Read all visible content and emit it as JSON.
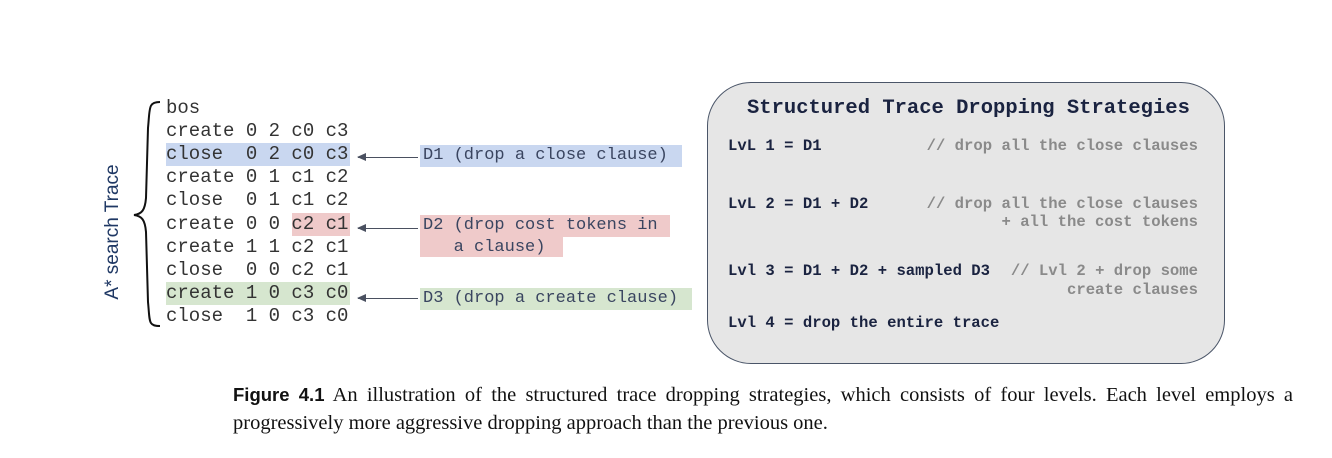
{
  "trace": {
    "axis_label": "A* search Trace",
    "lines": [
      "bos",
      "create 0 2 c0 c3",
      "close  0 2 c0 c3",
      "create 0 1 c1 c2",
      "close  0 1 c1 c2",
      "create 0 0 c2 c1",
      "create 1 1 c2 c1",
      "close  0 0 c2 c1",
      "create 1 0 c3 c0",
      "close  1 0 c3 c0"
    ]
  },
  "annotations": {
    "d1": "D1 (drop a close clause)",
    "d2_line1": "D2 (drop cost tokens in",
    "d2_line2": "   a clause)",
    "d3": "D3 (drop a create clause)"
  },
  "colors": {
    "d1_highlight": "#c9d7f0",
    "d2_highlight": "#efcaca",
    "d3_highlight": "#d6e6cf",
    "panel_bg": "#e6e6e6",
    "navy": "#1a2340"
  },
  "panel": {
    "title": "Structured Trace Dropping Strategies",
    "levels": [
      {
        "def": "LvL 1 = D1",
        "comment": [
          "// drop all the close clauses"
        ]
      },
      {
        "def": "LvL 2 = D1 + D2",
        "comment": [
          "// drop all the close clauses",
          "+ all the cost tokens"
        ]
      },
      {
        "def": "Lvl 3 = D1 + D2 + sampled D3",
        "comment": [
          "// Lvl 2 + drop some",
          "create clauses"
        ]
      },
      {
        "def": "Lvl 4 = drop the entire trace",
        "comment": []
      }
    ]
  },
  "caption": {
    "label": "Figure 4.1",
    "text": "An illustration of the structured trace dropping strategies, which consists of four levels. Each level employs a progressively more aggressive dropping approach than the previous one."
  }
}
